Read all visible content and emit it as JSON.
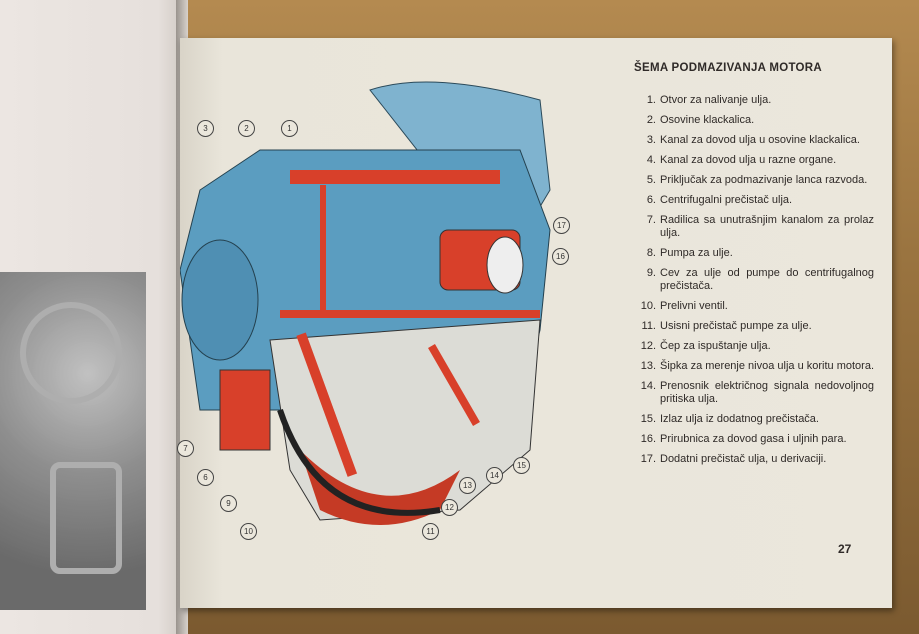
{
  "title": "ŠEMA PODMAZIVANJA MOTORA",
  "items": [
    {
      "num": "1.",
      "text": "Otvor za nalivanje ulja."
    },
    {
      "num": "2.",
      "text": "Osovine klackalica."
    },
    {
      "num": "3.",
      "text": "Kanal za dovod ulja u osovine klackalica."
    },
    {
      "num": "4.",
      "text": "Kanal za dovod ulja u razne organe."
    },
    {
      "num": "5.",
      "text": "Priključak za podmazivanje lanca razvoda."
    },
    {
      "num": "6.",
      "text": "Centrifugalni prečistač ulja."
    },
    {
      "num": "7.",
      "text": "Radilica sa unutrašnjim kanalom za prolaz ulja."
    },
    {
      "num": "8.",
      "text": "Pumpa za ulje."
    },
    {
      "num": "9.",
      "text": "Cev za ulje od pumpe do centrifugalnog prečistača."
    },
    {
      "num": "10.",
      "text": "Prelivni ventil."
    },
    {
      "num": "11.",
      "text": "Usisni prečistač pumpe za ulje."
    },
    {
      "num": "12.",
      "text": "Čep za ispuštanje ulja."
    },
    {
      "num": "13.",
      "text": "Šipka za merenje nivoa ulja u koritu motora."
    },
    {
      "num": "14.",
      "text": "Prenosnik električnog signala nedovoljnog pritiska ulja."
    },
    {
      "num": "15.",
      "text": "Izlaz ulja iz dodatnog prečistača."
    },
    {
      "num": "16.",
      "text": "Prirubnica za dovod gasa i uljnih para."
    },
    {
      "num": "17.",
      "text": "Dodatni prečistač ulja, u derivaciji."
    }
  ],
  "callouts": [
    "1",
    "2",
    "3",
    "17",
    "16",
    "7",
    "6",
    "9",
    "10",
    "11",
    "12",
    "13",
    "14",
    "15"
  ],
  "page_number": "27",
  "colors": {
    "engine_blue": "#5b9dc0",
    "oil_red": "#d8402a",
    "paper": "#ebe7dc"
  }
}
